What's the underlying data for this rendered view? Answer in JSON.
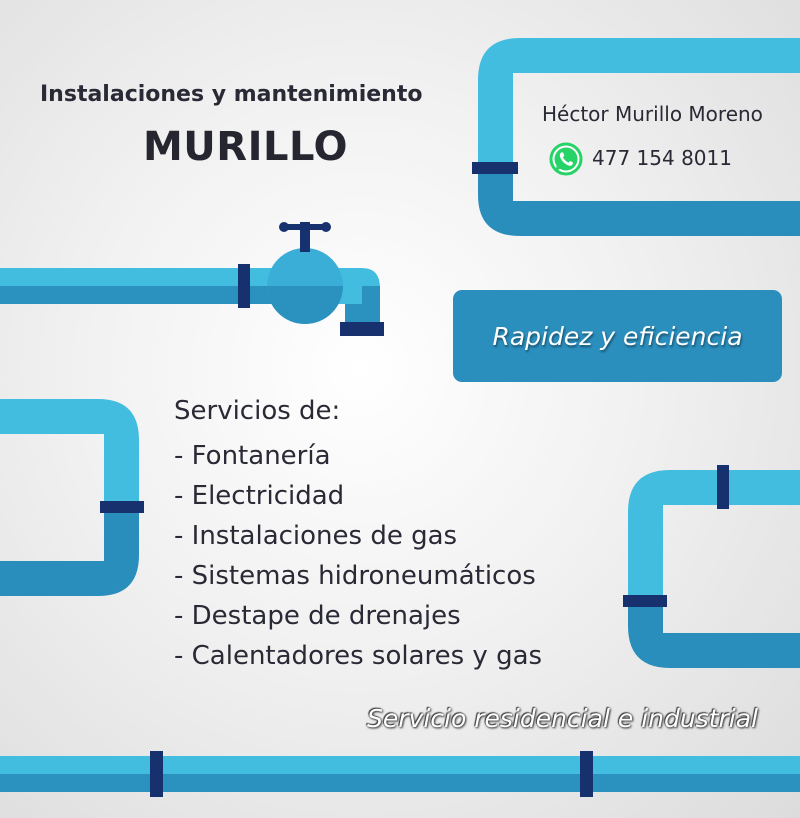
{
  "header": {
    "subtitle": "Instalaciones y mantenimiento",
    "brand": "MURILLO"
  },
  "contact": {
    "owner": "Héctor Murillo Moreno",
    "phone": "477 154 8011",
    "icon": "whatsapp-icon"
  },
  "slogan": "Rapidez y eficiencia",
  "services": {
    "heading": "Servicios de:",
    "items": [
      "- Fontanería",
      "- Electricidad",
      "- Instalaciones de gas",
      "- Sistemas hidroneumáticos",
      "- Destape de drenajes",
      "- Calentadores solares y gas"
    ]
  },
  "footer": "Servicio residencial e industrial",
  "colors": {
    "pipe_light": "#3eb7dc",
    "pipe_dark": "#2a8ebc",
    "clamp": "#17306e",
    "slogan_box": "#2b8fbe",
    "text": "#2a2a36",
    "whatsapp": "#25d366"
  }
}
